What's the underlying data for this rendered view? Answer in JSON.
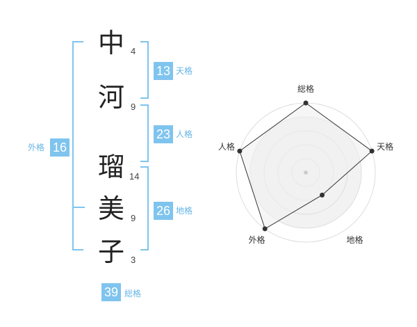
{
  "name": {
    "characters": [
      {
        "char": "中",
        "strokes": "4"
      },
      {
        "char": "河",
        "strokes": "9"
      },
      {
        "char": "瑠",
        "strokes": "14"
      },
      {
        "char": "美",
        "strokes": "9"
      },
      {
        "char": "子",
        "strokes": "3"
      }
    ]
  },
  "fortune": {
    "tenkaku": {
      "value": "13",
      "label": "天格"
    },
    "jinkaku": {
      "value": "23",
      "label": "人格"
    },
    "chikaku": {
      "value": "26",
      "label": "地格"
    },
    "gaikaku": {
      "value": "16",
      "label": "外格"
    },
    "soukaku": {
      "value": "39",
      "label": "総格"
    }
  },
  "chart_data": {
    "type": "radar",
    "axes": [
      "総格",
      "天格",
      "地格",
      "外格",
      "人格"
    ],
    "levels": 5,
    "values": [
      5,
      5,
      2,
      5,
      5
    ],
    "max": 5,
    "fill_color": "#f2f2f2",
    "line_color": "#333333",
    "ring_color": "#dddddd"
  },
  "colors": {
    "accent": "#7fc4ee"
  }
}
